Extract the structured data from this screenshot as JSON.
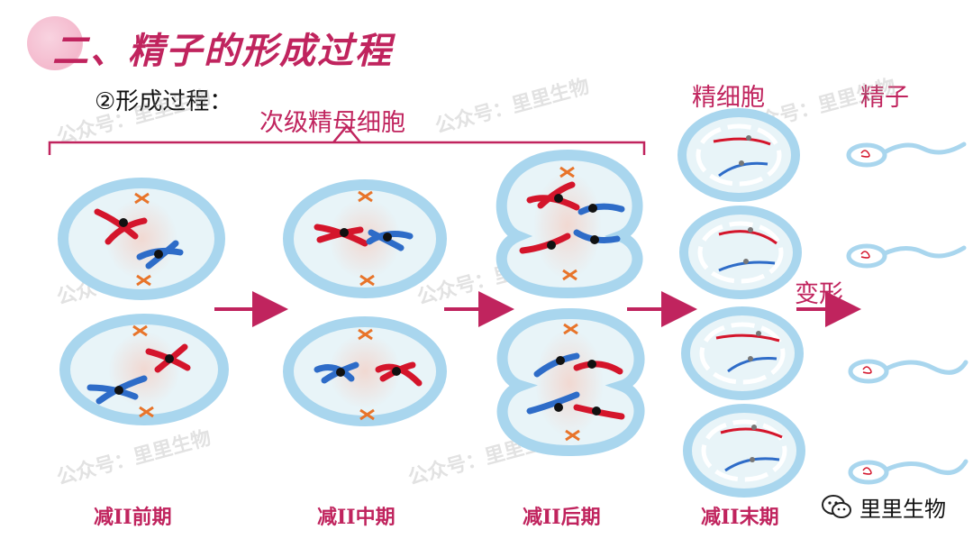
{
  "title": "二、精子的形成过程",
  "subtitle": "②形成过程：",
  "brace_label": "次级精母细胞",
  "spermatid_label": "精细胞",
  "sperm_label": "精子",
  "transform_label": "变形",
  "stages": [
    "减II前期",
    "减II中期",
    "减II后期",
    "减II末期"
  ],
  "watermark_text": "公众号：里里生物",
  "brand": {
    "name": "里里生物",
    "icon": "wechat-icon"
  },
  "colors": {
    "accent": "#c0245e",
    "cell_border": "#a9d6ee",
    "cell_fill": "#e8f4f8",
    "chromo_red": "#d4152b",
    "chromo_blue": "#2e6cc8"
  }
}
